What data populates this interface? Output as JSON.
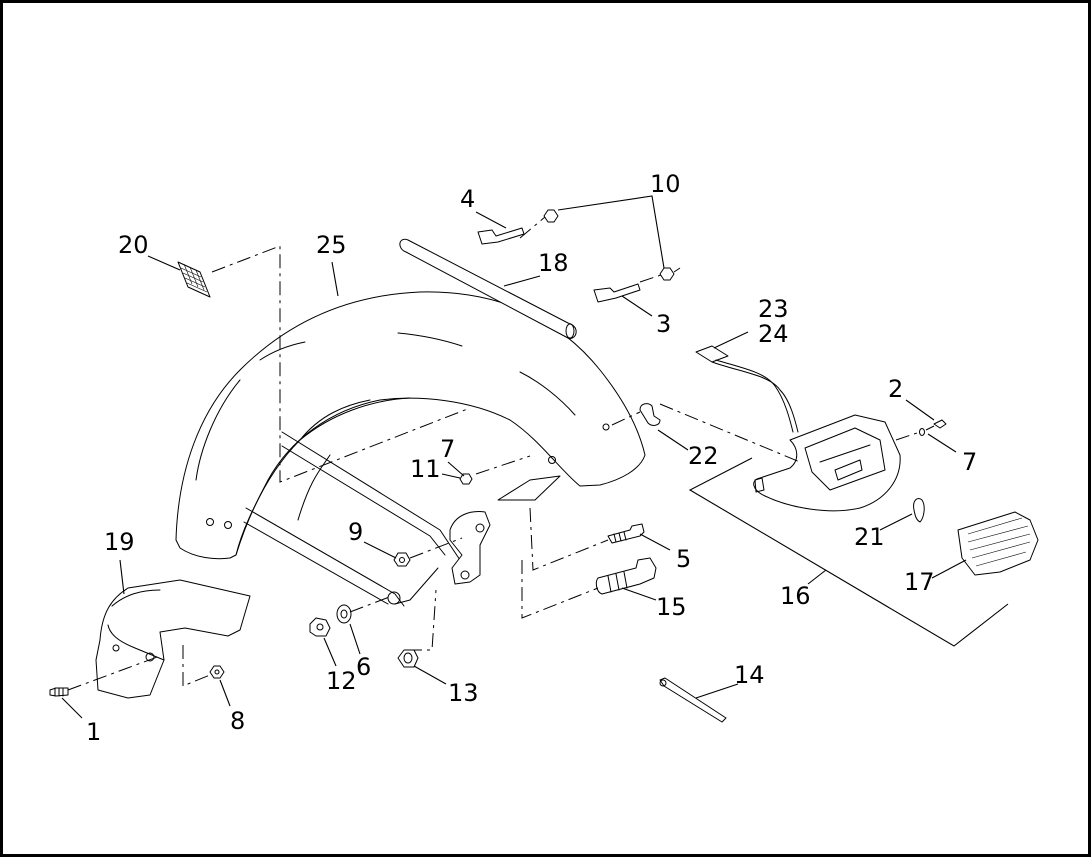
{
  "callouts": {
    "c1": "1",
    "c2": "2",
    "c3": "3",
    "c4": "4",
    "c5": "5",
    "c6": "6",
    "c7a": "7",
    "c7b": "7",
    "c8": "8",
    "c9": "9",
    "c10": "10",
    "c11": "11",
    "c12": "12",
    "c13": "13",
    "c14": "14",
    "c15": "15",
    "c16": "16",
    "c17": "17",
    "c18": "18",
    "c19": "19",
    "c20": "20",
    "c21": "21",
    "c22": "22",
    "c23": "23",
    "c24": "24",
    "c25": "25"
  }
}
